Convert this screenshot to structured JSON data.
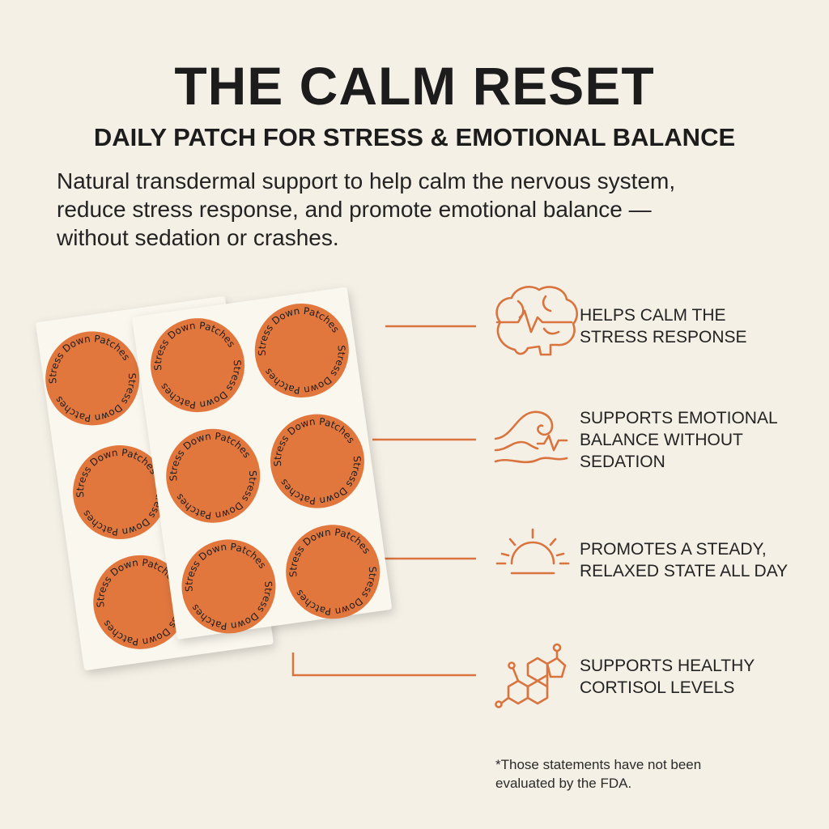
{
  "header": {
    "title": "THE CALM RESET",
    "subtitle": "DAILY PATCH FOR STRESS & EMOTIONAL BALANCE",
    "intro_lines": [
      "Natural transdermal support to help calm the nervous system,",
      "reduce stress response, and promote emotional balance —",
      "without sedation or crashes."
    ]
  },
  "patch": {
    "label": "Stress Down Patches",
    "color": "#e2773e",
    "sheet_color": "#faf7ee"
  },
  "accent_color": "#d9743f",
  "benefits": [
    {
      "icon": "brain-heartbeat-icon",
      "lines": [
        "HELPS CALM THE",
        "STRESS RESPONSE"
      ]
    },
    {
      "icon": "wave-icon",
      "lines": [
        "SUPPORTS EMOTIONAL",
        "BALANCE WITHOUT",
        "SEDATION"
      ]
    },
    {
      "icon": "sunrise-icon",
      "lines": [
        "PROMOTES A STEADY,",
        "RELAXED STATE ALL DAY"
      ]
    },
    {
      "icon": "cortisol-molecule-icon",
      "lines": [
        "SUPPORTS HEALTHY",
        "CORTISOL LEVELS"
      ]
    }
  ],
  "disclaimer_lines": [
    "*Those statements have not been",
    "evaluated by the FDA."
  ]
}
